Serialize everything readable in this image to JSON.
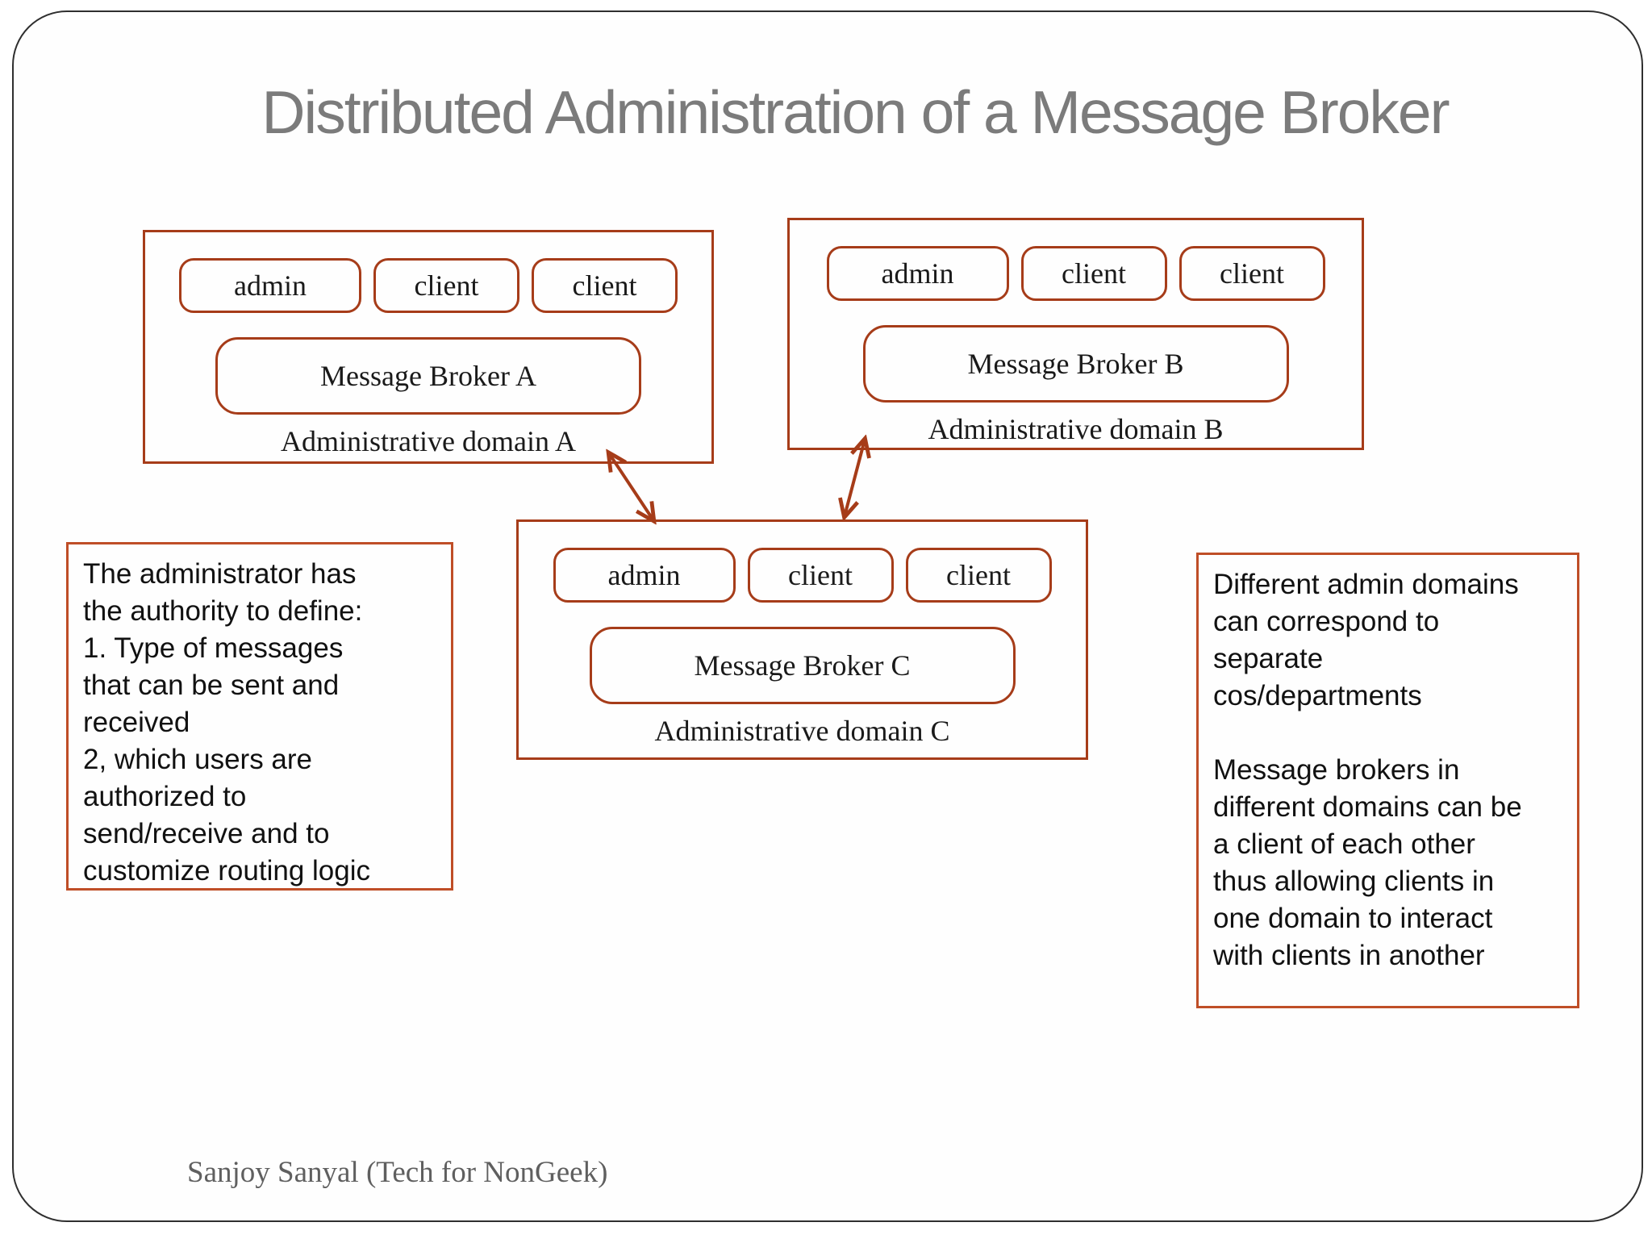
{
  "slide": {
    "title": "Distributed Administration of a Message Broker",
    "footer": "Sanjoy Sanyal (Tech for NonGeek)"
  },
  "palette": {
    "rust": "#a63c19",
    "note-border": "#bf4e27",
    "title-gray": "#7b7b7b",
    "footer-gray": "#5f5f5f",
    "ink": "#111111"
  },
  "domains": [
    {
      "name": "A",
      "nodes": [
        "admin",
        "client",
        "client"
      ],
      "broker": "Message Broker A",
      "caption": "Administrative domain A"
    },
    {
      "name": "B",
      "nodes": [
        "admin",
        "client",
        "client"
      ],
      "broker": "Message Broker B",
      "caption": "Administrative domain B"
    },
    {
      "name": "C",
      "nodes": [
        "admin",
        "client",
        "client"
      ],
      "broker": "Message Broker C",
      "caption": "Administrative domain C"
    }
  ],
  "notes": {
    "left": "The administrator has\nthe authority to define:\n1. Type of messages\nthat can be sent and\nreceived\n2, which users are\nauthorized to\nsend/receive and to\ncustomize routing logic",
    "right": "Different admin domains\ncan correspond to\nseparate\ncos/departments\n\nMessage brokers in\ndifferent domains can be\na client of each other\nthus allowing clients in\none domain to interact\nwith clients in another"
  }
}
